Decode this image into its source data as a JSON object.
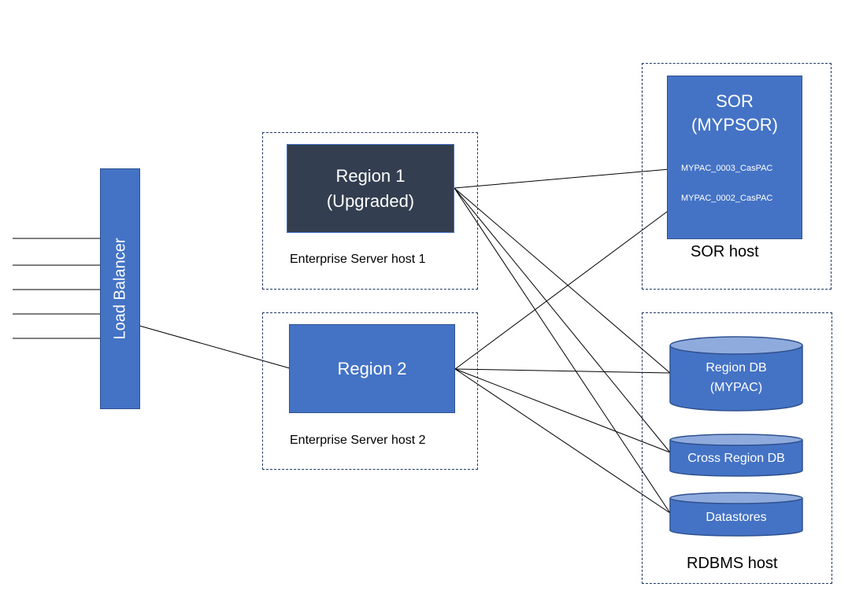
{
  "load_balancer": {
    "label": "Load Balancer"
  },
  "es_host_1": {
    "caption": "Enterprise Server host 1",
    "region": {
      "line1": "Region 1",
      "line2": "(Upgraded)"
    }
  },
  "es_host_2": {
    "caption": "Enterprise Server host 2",
    "region": {
      "line1": "Region 2"
    }
  },
  "sor_host": {
    "caption": "SOR host",
    "sor": {
      "line1": "SOR",
      "line2": "(MYPSOR)"
    },
    "pacs": [
      "MYPAC_0003_CasPAC",
      "MYPAC_0002_CasPAC"
    ]
  },
  "rdbms_host": {
    "caption": "RDBMS host",
    "region_db": {
      "line1": "Region DB",
      "line2": "(MYPAC)"
    },
    "cross_region_db": {
      "label": "Cross Region DB"
    },
    "datastores": {
      "label": "Datastores"
    }
  },
  "colors": {
    "box_blue": "#4472c4",
    "box_dark": "#333f50",
    "border_dark": "#1f3864",
    "cylinder_top": "#8faadc"
  }
}
